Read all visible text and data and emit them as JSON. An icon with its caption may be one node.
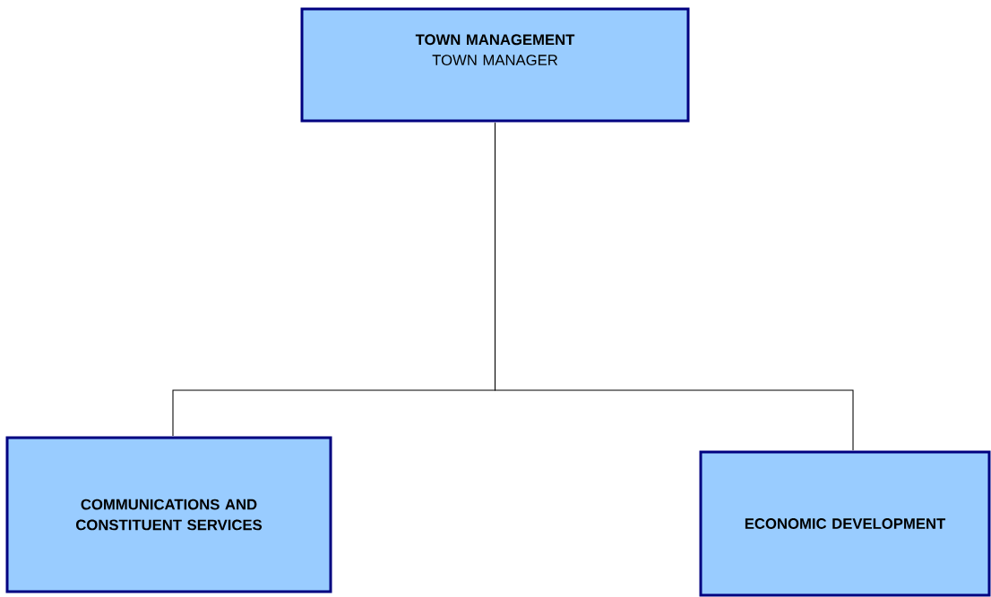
{
  "diagram": {
    "nodes": [
      {
        "text": [
          "TOWN MANAGEMENT",
          "TOWN MANAGER"
        ]
      },
      {
        "text": [
          "COMMUNICATIONS AND CONSTITUENT SERVICES"
        ]
      },
      {
        "text": [
          "ECONOMIC DEVELOPMENT"
        ]
      }
    ],
    "edges": [
      {
        "from": 0,
        "to": 1,
        "arrow": "none"
      },
      {
        "from": 0,
        "to": 2,
        "arrow": "none"
      }
    ]
  }
}
